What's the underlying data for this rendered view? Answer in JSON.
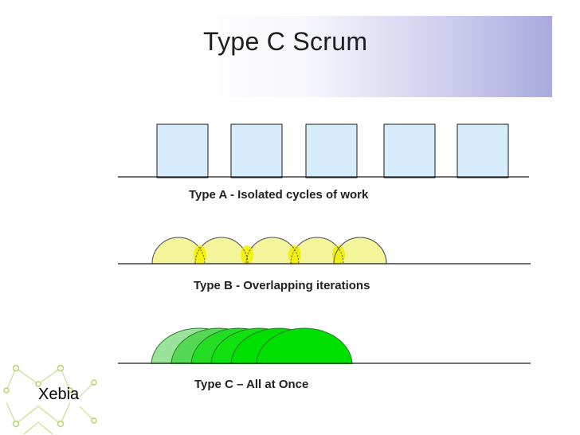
{
  "slide": {
    "title": "Type C Scrum"
  },
  "diagram": {
    "type_a": {
      "caption": "Type A - Isolated cycles of work",
      "box_count": 5,
      "fill": "#d6ecfb",
      "stroke": "#1a1a1a"
    },
    "type_b": {
      "caption": "Type B - Overlapping iterations",
      "circle_count": 5,
      "fill": "#f4f49a",
      "overlap_fill": "#f2f000"
    },
    "type_c": {
      "caption": "Type C – All at Once",
      "dome_count": 6,
      "fill_light": "#9be39b",
      "fill_bright": "#00e000"
    }
  },
  "logo": {
    "text": "Xebia",
    "accent": "#b7d36b"
  },
  "colors": {
    "title_band_start": "#ffffff",
    "title_band_end": "#a9a9de",
    "baseline": "#1a1a1a"
  }
}
